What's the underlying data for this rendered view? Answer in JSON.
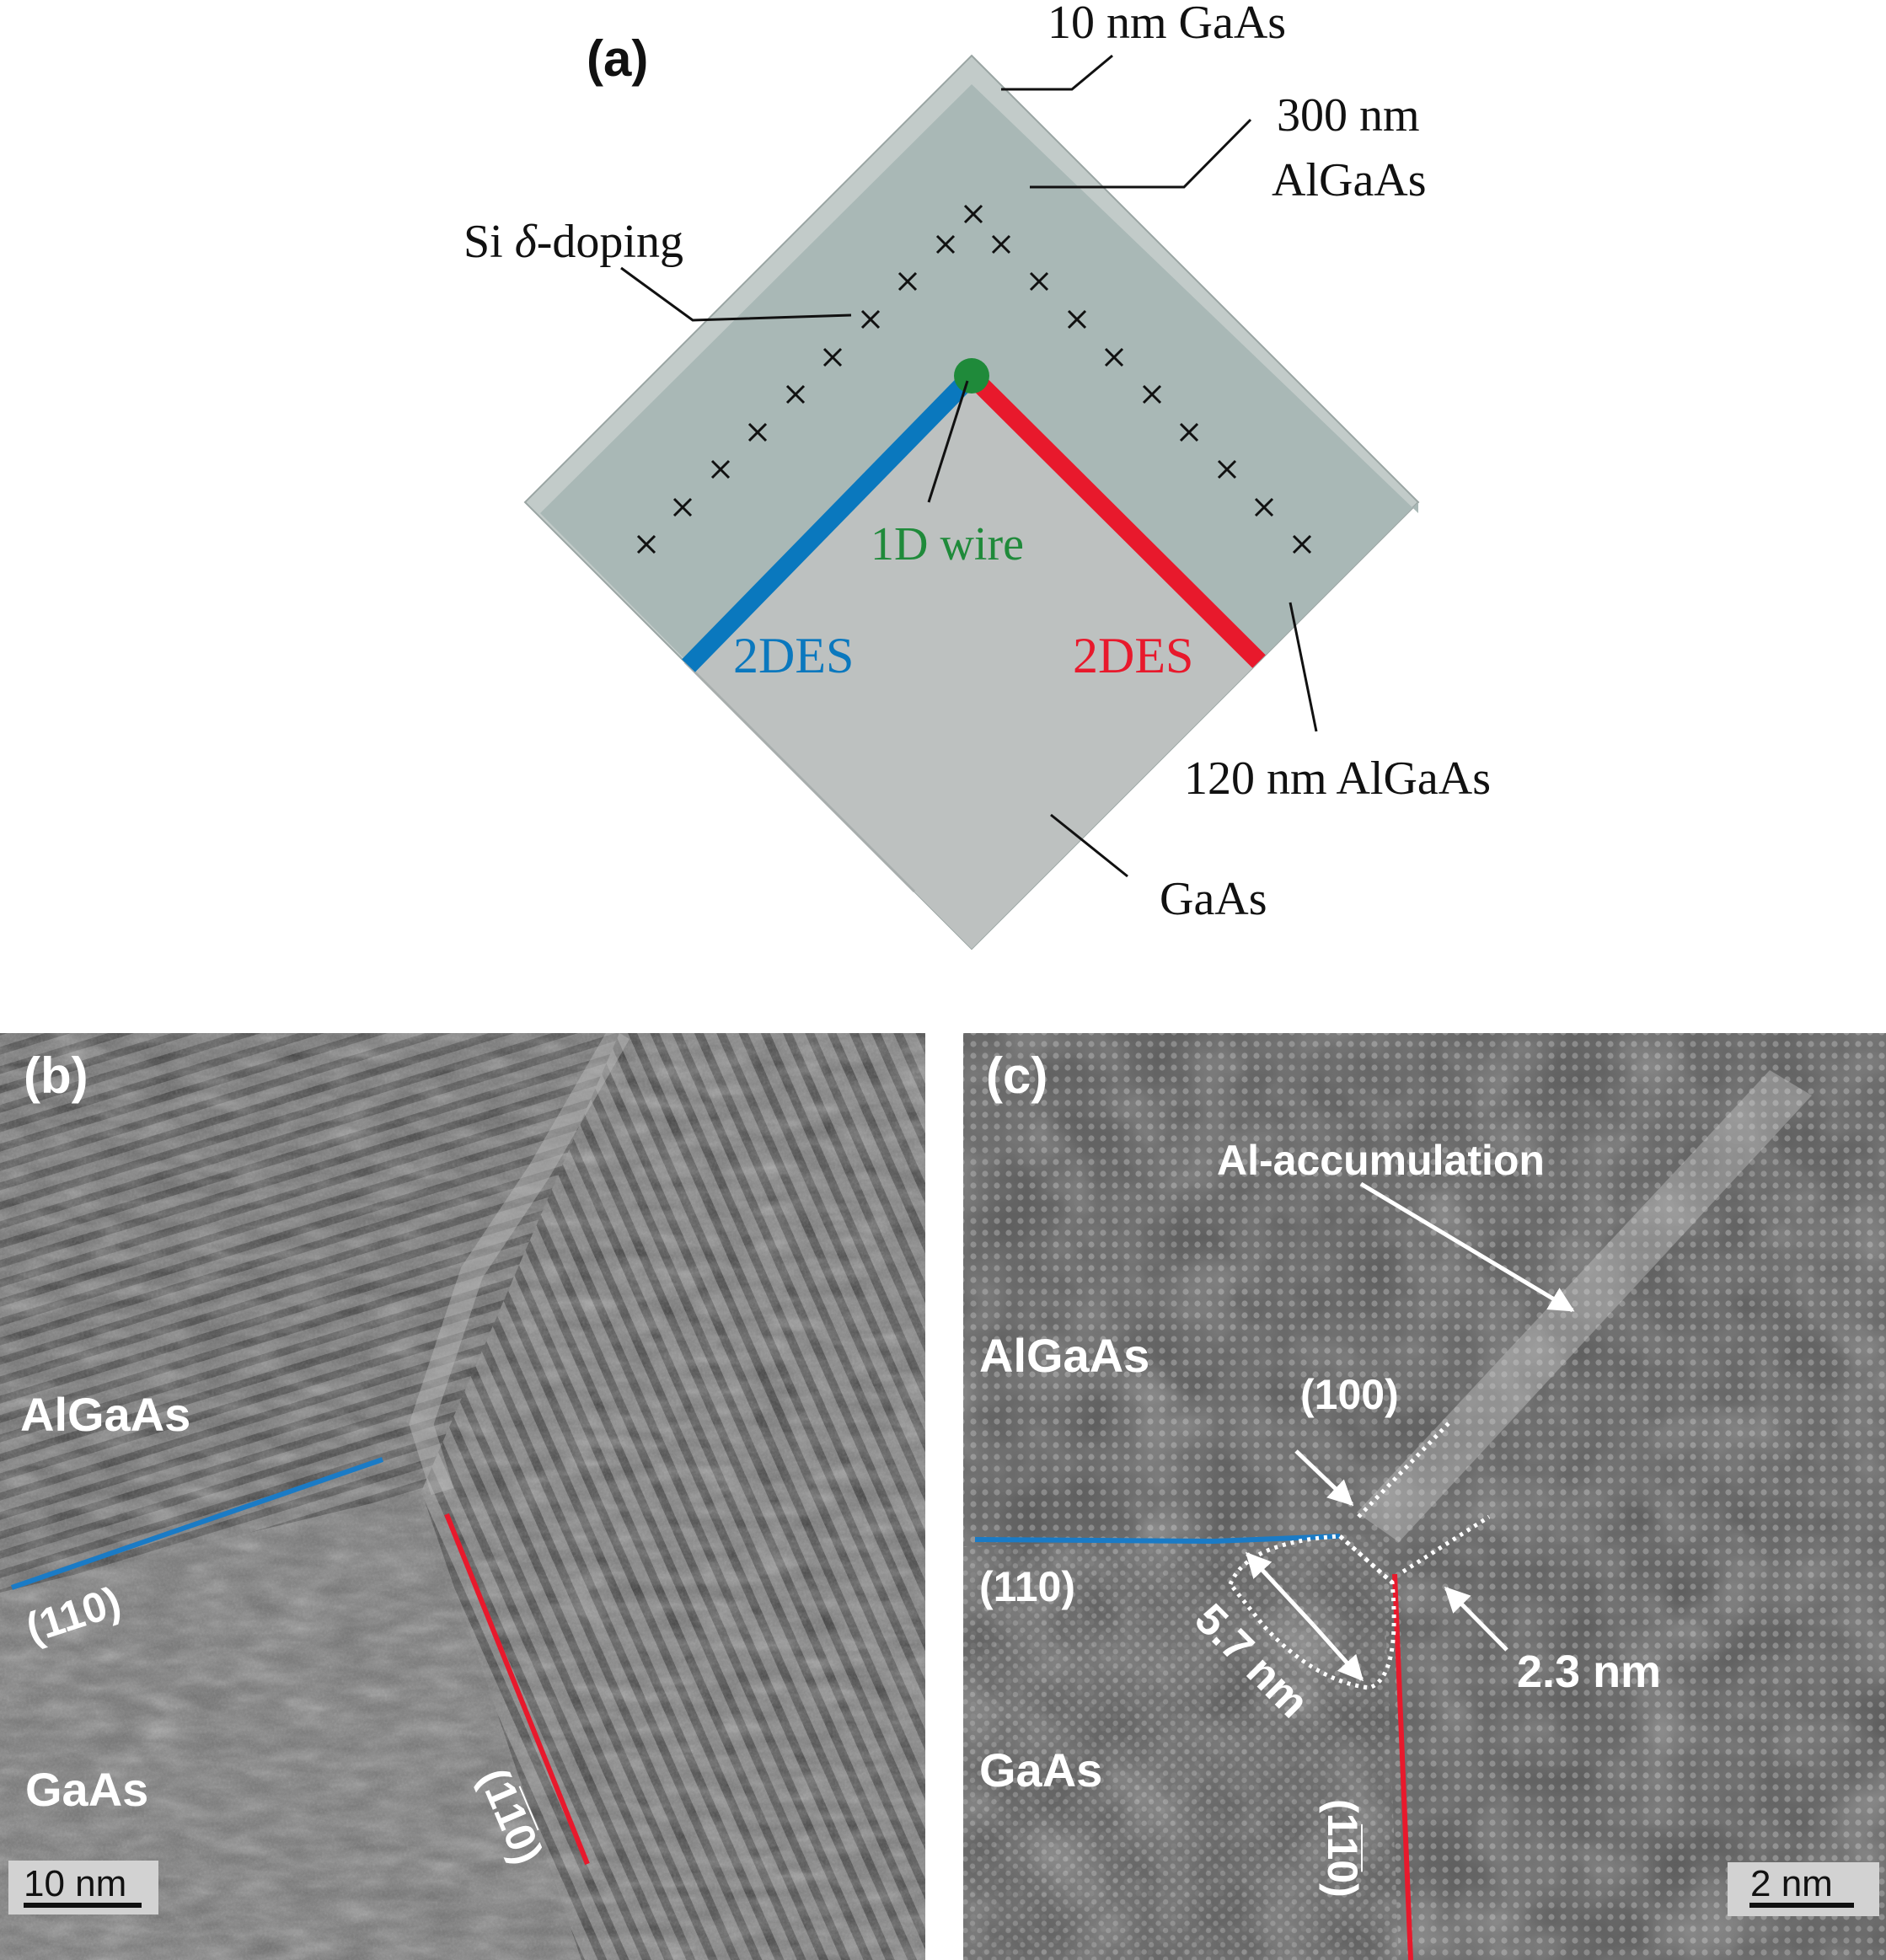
{
  "panel_a": {
    "label": "(a)",
    "labels": {
      "cap": "10 nm GaAs",
      "barrier_line1": "300 nm",
      "barrier_line2": "AlGaAs",
      "doping_prefix": "Si ",
      "doping_symbol": "δ",
      "doping_suffix": "-doping",
      "wire": "1D wire",
      "des_left": "2DES",
      "des_right": "2DES",
      "spacer": "120 nm AlGaAs",
      "substrate": "GaAs"
    },
    "colors": {
      "outer_layer": "#c2cbc9",
      "barrier": "#a9b8b6",
      "substrate": "#bdc1c0",
      "des_left": "#0a78be",
      "des_right": "#e8192c",
      "wire": "#1f8a3a"
    }
  },
  "panel_b": {
    "label": "(b)",
    "region_top": "AlGaAs",
    "region_bottom": "GaAs",
    "facet_left": "(110)",
    "facet_right": "(1̅1̅0)",
    "scale_bar": "10 nm",
    "colors": {
      "facet_left": "#1a7bc6",
      "facet_right": "#e8192c"
    }
  },
  "panel_c": {
    "label": "(c)",
    "region_top": "AlGaAs",
    "region_bottom": "GaAs",
    "annotation": "Al-accumulation",
    "facet_top": "(100)",
    "facet_left": "(110)",
    "facet_right": "(1̅1̅0)",
    "width_a": "2.3 nm",
    "width_b": "5.7 nm",
    "scale_bar": "2 nm",
    "colors": {
      "facet_left": "#1a7bc6",
      "facet_right": "#e8192c"
    }
  }
}
